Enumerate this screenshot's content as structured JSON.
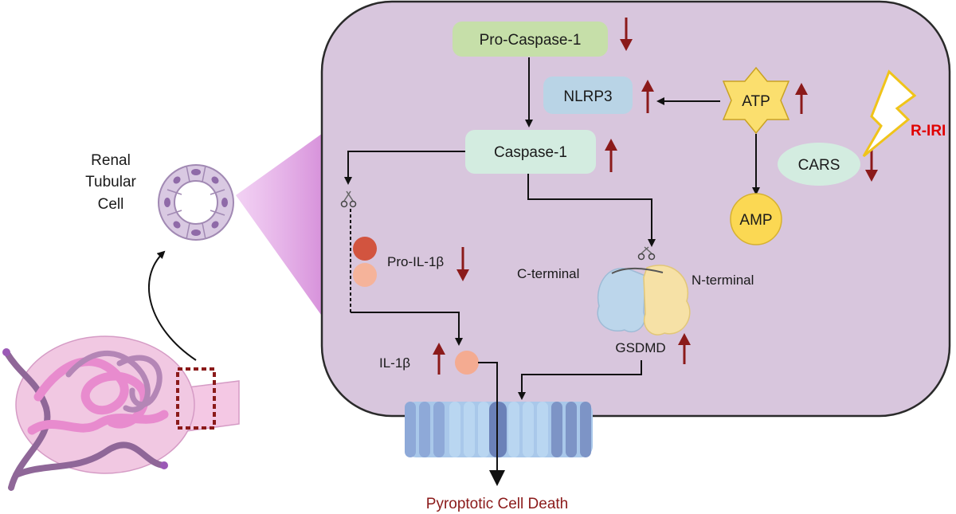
{
  "labels": {
    "renal_tubular_cell": [
      "Renal",
      "Tubular",
      "Cell"
    ],
    "pro_caspase_1": "Pro-Caspase-1",
    "nlrp3": "NLRP3",
    "atp": "ATP",
    "caspase_1": "Caspase-1",
    "cars": "CARS",
    "r_iri": "R-IRI",
    "amp": "AMP",
    "pro_il_1b": "Pro-IL-1β",
    "c_terminal": "C-terminal",
    "n_terminal": "N-terminal",
    "gsdmd": "GSDMD",
    "il_1b": "IL-1β",
    "outcome": "Pyroptotic Cell Death"
  },
  "regulation": {
    "pro_caspase_1": "down",
    "nlrp3": "up",
    "atp": "up",
    "caspase_1": "up",
    "cars": "down",
    "pro_il_1b": "down",
    "il_1b": "up",
    "gsdmd": "up"
  },
  "colors": {
    "cell_fill": "#d8c6dd",
    "cell_stroke": "#2a2a2a",
    "pro_caspase_fill": "#c6dfa9",
    "nlrp3_fill": "#b9d4e6",
    "caspase_fill": "#d3ece0",
    "cars_fill": "#d3ece0",
    "atp_fill": "#fbdf6e",
    "amp_fill": "#fbd853",
    "regulation_arrow": "#8b1a1a",
    "alert_text": "#e00000",
    "outcome_text": "#8b1a1a",
    "pro_il_dark": "#d2543f",
    "pro_il_light": "#f5b39a",
    "il_1b_ball": "#f4ab91",
    "funnel": "#d48ad8",
    "membrane_blue": "#a9c8ea",
    "membrane_dark": "#7d94c6"
  },
  "icons": [
    "scissors-icon",
    "lightning-bolt-icon",
    "kidney-nephron-icon",
    "tubule-cross-section-icon",
    "cell-membrane-icon",
    "gasdermin-pore-icon"
  ]
}
